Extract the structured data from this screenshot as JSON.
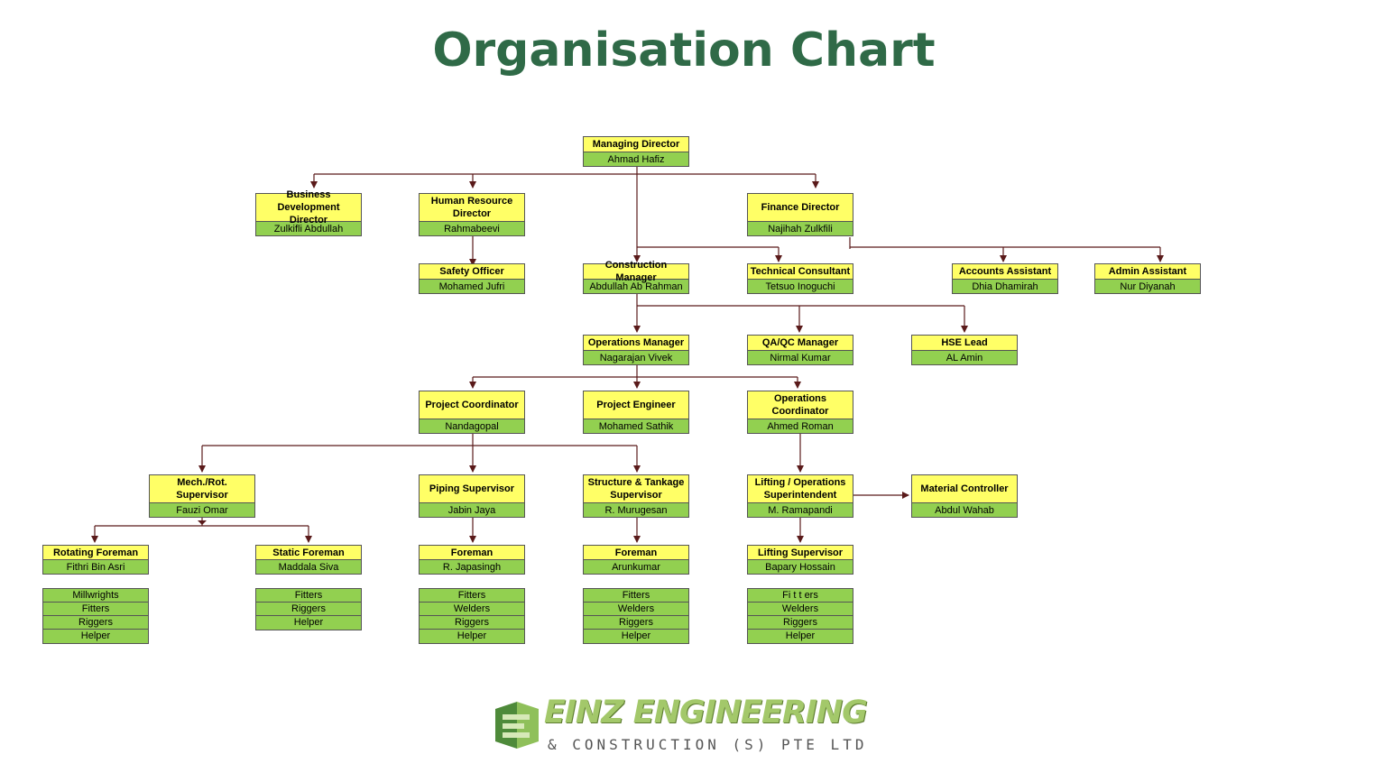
{
  "title": "Organisation Chart",
  "nodes": {
    "md": {
      "title": "Managing Director",
      "name": "Ahmad Hafiz"
    },
    "bdd": {
      "title": "Business Development Director",
      "name": "Zulkifli Abdullah"
    },
    "hrd": {
      "title": "Human Resource Director",
      "name": "Rahmabeevi"
    },
    "fd": {
      "title": "Finance Director",
      "name": "Najihah Zulkfili"
    },
    "so": {
      "title": "Safety Officer",
      "name": "Mohamed Jufri"
    },
    "cm": {
      "title": "Construction Manager",
      "name": "Abdullah Ab Rahman"
    },
    "tc": {
      "title": "Technical Consultant",
      "name": "Tetsuo Inoguchi"
    },
    "aa": {
      "title": "Accounts Assistant",
      "name": "Dhia Dhamirah"
    },
    "adm": {
      "title": "Admin Assistant",
      "name": "Nur Diyanah"
    },
    "om": {
      "title": "Operations Manager",
      "name": "Nagarajan Vivek"
    },
    "qa": {
      "title": "QA/QC Manager",
      "name": "Nirmal Kumar"
    },
    "hse": {
      "title": "HSE Lead",
      "name": "AL Amin"
    },
    "pc": {
      "title": "Project Coordinator",
      "name": "Nandagopal"
    },
    "pe": {
      "title": "Project  Engineer",
      "name": "Mohamed Sathik"
    },
    "oc": {
      "title": "Operations Coordinator",
      "name": "Ahmed Roman"
    },
    "mech": {
      "title": "Mech./Rot. Supervisor",
      "name": "Fauzi Omar"
    },
    "pipe": {
      "title": "Piping Supervisor",
      "name": "Jabin Jaya"
    },
    "struct": {
      "title": "Structure & Tankage Supervisor",
      "name": "R. Murugesan"
    },
    "lift": {
      "title": "Lifting / Operations Superintendent",
      "name": "M. Ramapandi"
    },
    "mc": {
      "title": "Material Controller",
      "name": "Abdul Wahab"
    },
    "rf": {
      "title": "Rotating Foreman",
      "name": "Fithri Bin Asri"
    },
    "sf": {
      "title": "Static Foreman",
      "name": "Maddala Siva"
    },
    "f1": {
      "title": "Foreman",
      "name": "R. Japasingh"
    },
    "f2": {
      "title": "Foreman",
      "name": "Arunkumar"
    },
    "ls": {
      "title": "Lifting Supervisor",
      "name": "Bapary Hossain"
    }
  },
  "crews": {
    "c1": [
      "Millwrights",
      "Fitters",
      "Riggers",
      "Helper"
    ],
    "c2": [
      "Fitters",
      "Riggers",
      "Helper"
    ],
    "c3": [
      "Fitters",
      "Welders",
      "Riggers",
      "Helper"
    ],
    "c4": [
      "Fitters",
      "Welders",
      "Riggers",
      "Helper"
    ],
    "c5": [
      "Fi t t ers",
      "Welders",
      "Riggers",
      "Helper"
    ]
  },
  "logo": {
    "name": "EINZ ENGINEERING",
    "subtitle": "& CONSTRUCTION (S) PTE LTD"
  },
  "colors": {
    "title": "#2f6a47",
    "box_title": "#ffff66",
    "box_name": "#92d050",
    "connector": "#5a1a1a"
  }
}
